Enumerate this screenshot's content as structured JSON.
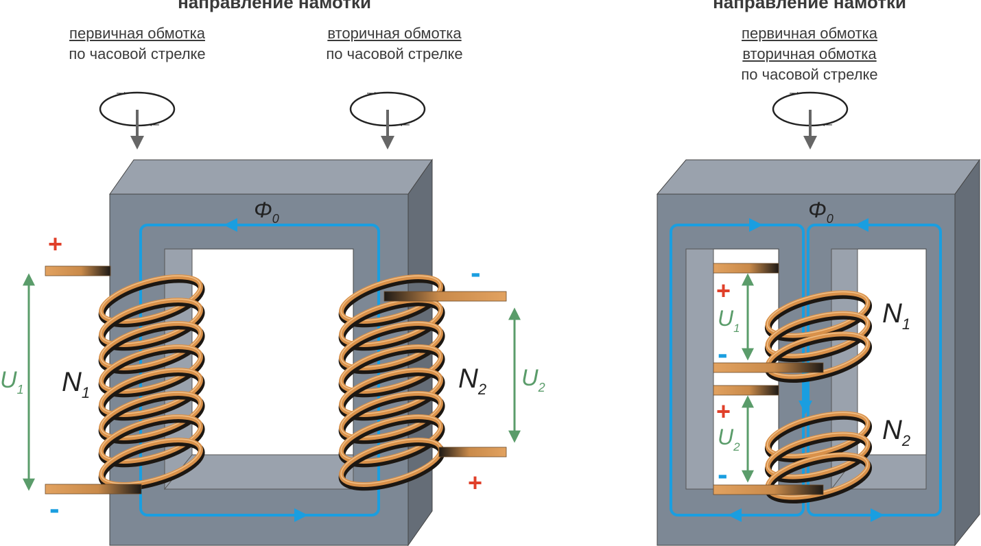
{
  "left": {
    "heading": "направление намотки",
    "primary": {
      "title": "первичная обмотка",
      "direction": "по часовой стрелке"
    },
    "secondary": {
      "title": "вторичная обмотка",
      "direction": "по часовой стрелке"
    },
    "flux": {
      "symbol": "Φ",
      "sub": "0"
    },
    "n1": {
      "symbol": "N",
      "sub": "1"
    },
    "n2": {
      "symbol": "N",
      "sub": "2"
    },
    "u1": {
      "symbol": "U",
      "sub": "1"
    },
    "u2": {
      "symbol": "U",
      "sub": "2"
    },
    "signs": {
      "plus": "+",
      "minus": "-"
    }
  },
  "right": {
    "heading": "направление намотки",
    "primary_title": "первичная обмотка",
    "secondary_title": "вторичная обмотка",
    "direction": "по часовой стрелке",
    "flux": {
      "symbol": "Φ",
      "sub": "0"
    },
    "n1": {
      "symbol": "N",
      "sub": "1"
    },
    "n2": {
      "symbol": "N",
      "sub": "2"
    },
    "u1": {
      "symbol": "U",
      "sub": "1"
    },
    "u2": {
      "symbol": "U",
      "sub": "2"
    },
    "signs": {
      "plus": "+",
      "minus": "-"
    }
  },
  "colors": {
    "core_face": "#7d8895",
    "core_top": "#9aa2ad",
    "core_side": "#656d77",
    "flux_line": "#1a9ee0",
    "voltage": "#5a9c6a",
    "plus": "#e0402a",
    "minus": "#1a9ee0",
    "copper": "#d9914a",
    "text": "#333333"
  }
}
